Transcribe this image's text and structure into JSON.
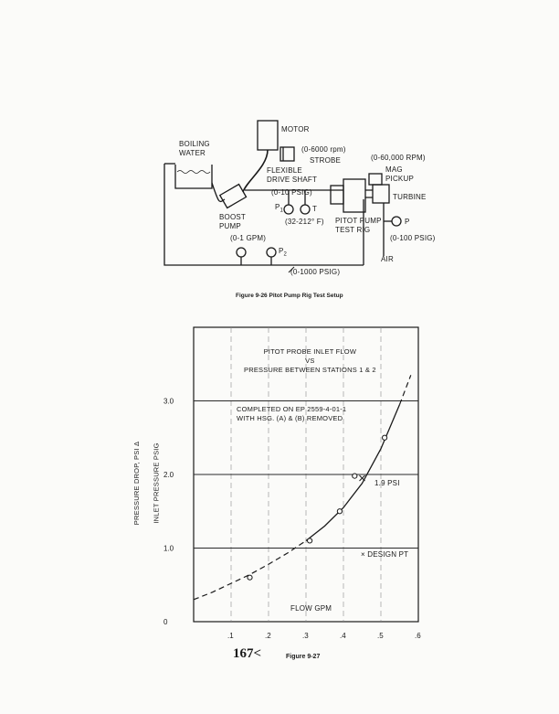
{
  "figure_926": {
    "labels": {
      "motor": "MOTOR",
      "boiling_water": "BOILING\nWATER",
      "strobe_range": "(0-6000 rpm)",
      "strobe": "STROBE",
      "flexible_drive_shaft": "FLEXIBLE\nDRIVE SHAFT",
      "p_range_1": "(0-10 PSIG)",
      "p1": "P",
      "p1_sub": "1",
      "t": "T",
      "temp_range": "(32-212° F)",
      "boost_pump": "BOOST\nPUMP",
      "flow_range": "(0-1 GPM)",
      "p2": "P",
      "p2_sub": "2",
      "p2_range": "(0-1000 PSIG)",
      "rpm_range": "(0-60,000 RPM)",
      "mag_pickup": "MAG\nPICKUP",
      "turbine": "TURBINE",
      "pitot_pump_test_rig": "PITOT PUMP\nTEST RIG",
      "p": "P",
      "p_range_2": "(0-100 PSIG)",
      "air": "AIR"
    },
    "caption": "Figure 9-26  Pitot Pump Rig Test Setup"
  },
  "figure_927": {
    "caption": "Figure 9-27",
    "page_number": "167<",
    "chart_data": {
      "type": "line",
      "title": "PITOT PROBE INLET FLOW\nVS\nPRESSURE BETWEEN STATIONS 1 & 2",
      "note": "COMPLETED ON EP 2559-4-01-1\nWITH HSG. (A) & (B) REMOVED",
      "xlabel": "FLOW GPM",
      "ylabel_outer": "PRESSURE DROP, PSI Δ",
      "ylabel_inner": "INLET PRESSURE PSIG",
      "xlim": [
        0,
        0.6
      ],
      "ylim": [
        0,
        4.0
      ],
      "x_ticks": [
        ".1",
        ".2",
        ".3",
        ".4",
        ".5",
        ".6"
      ],
      "y_ticks": [
        "0",
        "1.0",
        "2.0",
        "3.0"
      ],
      "series": [
        {
          "style": "fitted-curve",
          "x": [
            0.0,
            0.05,
            0.1,
            0.15,
            0.2,
            0.25,
            0.3,
            0.35,
            0.4,
            0.45,
            0.5,
            0.55,
            0.58
          ],
          "y": [
            0.3,
            0.4,
            0.52,
            0.64,
            0.78,
            0.93,
            1.1,
            1.3,
            1.55,
            1.88,
            2.35,
            2.95,
            3.35
          ]
        },
        {
          "style": "test-points",
          "x": [
            0.15,
            0.31,
            0.39,
            0.43,
            0.51
          ],
          "y": [
            0.6,
            1.1,
            1.5,
            1.98,
            2.5
          ]
        },
        {
          "name": "DESIGN PT",
          "style": "design-point",
          "x": [
            0.45
          ],
          "y": [
            1.95
          ]
        }
      ],
      "annotations": [
        {
          "text": "1.9 PSI"
        },
        {
          "text": "× DESIGN PT"
        }
      ]
    }
  }
}
